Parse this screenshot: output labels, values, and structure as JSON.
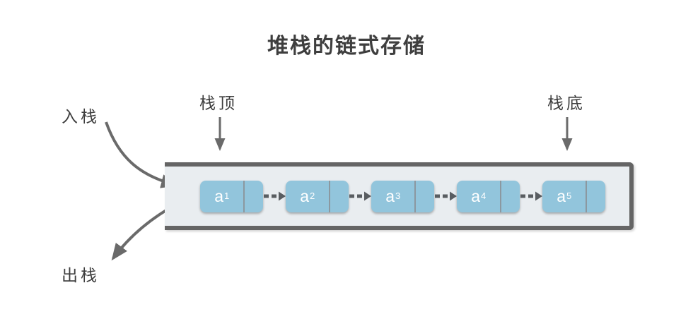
{
  "title": "堆栈的链式存储",
  "labels": {
    "push": "入栈",
    "stack_top": "栈顶",
    "stack_bottom": "栈底",
    "pop": "出栈"
  },
  "stack": {
    "nodes": [
      {
        "base": "a",
        "sub": "1"
      },
      {
        "base": "a",
        "sub": "2"
      },
      {
        "base": "a",
        "sub": "3"
      },
      {
        "base": "a",
        "sub": "4"
      },
      {
        "base": "a",
        "sub": "5"
      }
    ]
  },
  "colors": {
    "node_fill": "#92c5dc",
    "node_text": "#ffffff",
    "node_divider": "#8b98a0",
    "container_fill": "#e9edf0",
    "container_border": "#656565",
    "annotation_arrow": "#6a6a6a",
    "pointer_dash": "#595d61",
    "text": "#3e3e3e",
    "background": "#ffffff"
  }
}
